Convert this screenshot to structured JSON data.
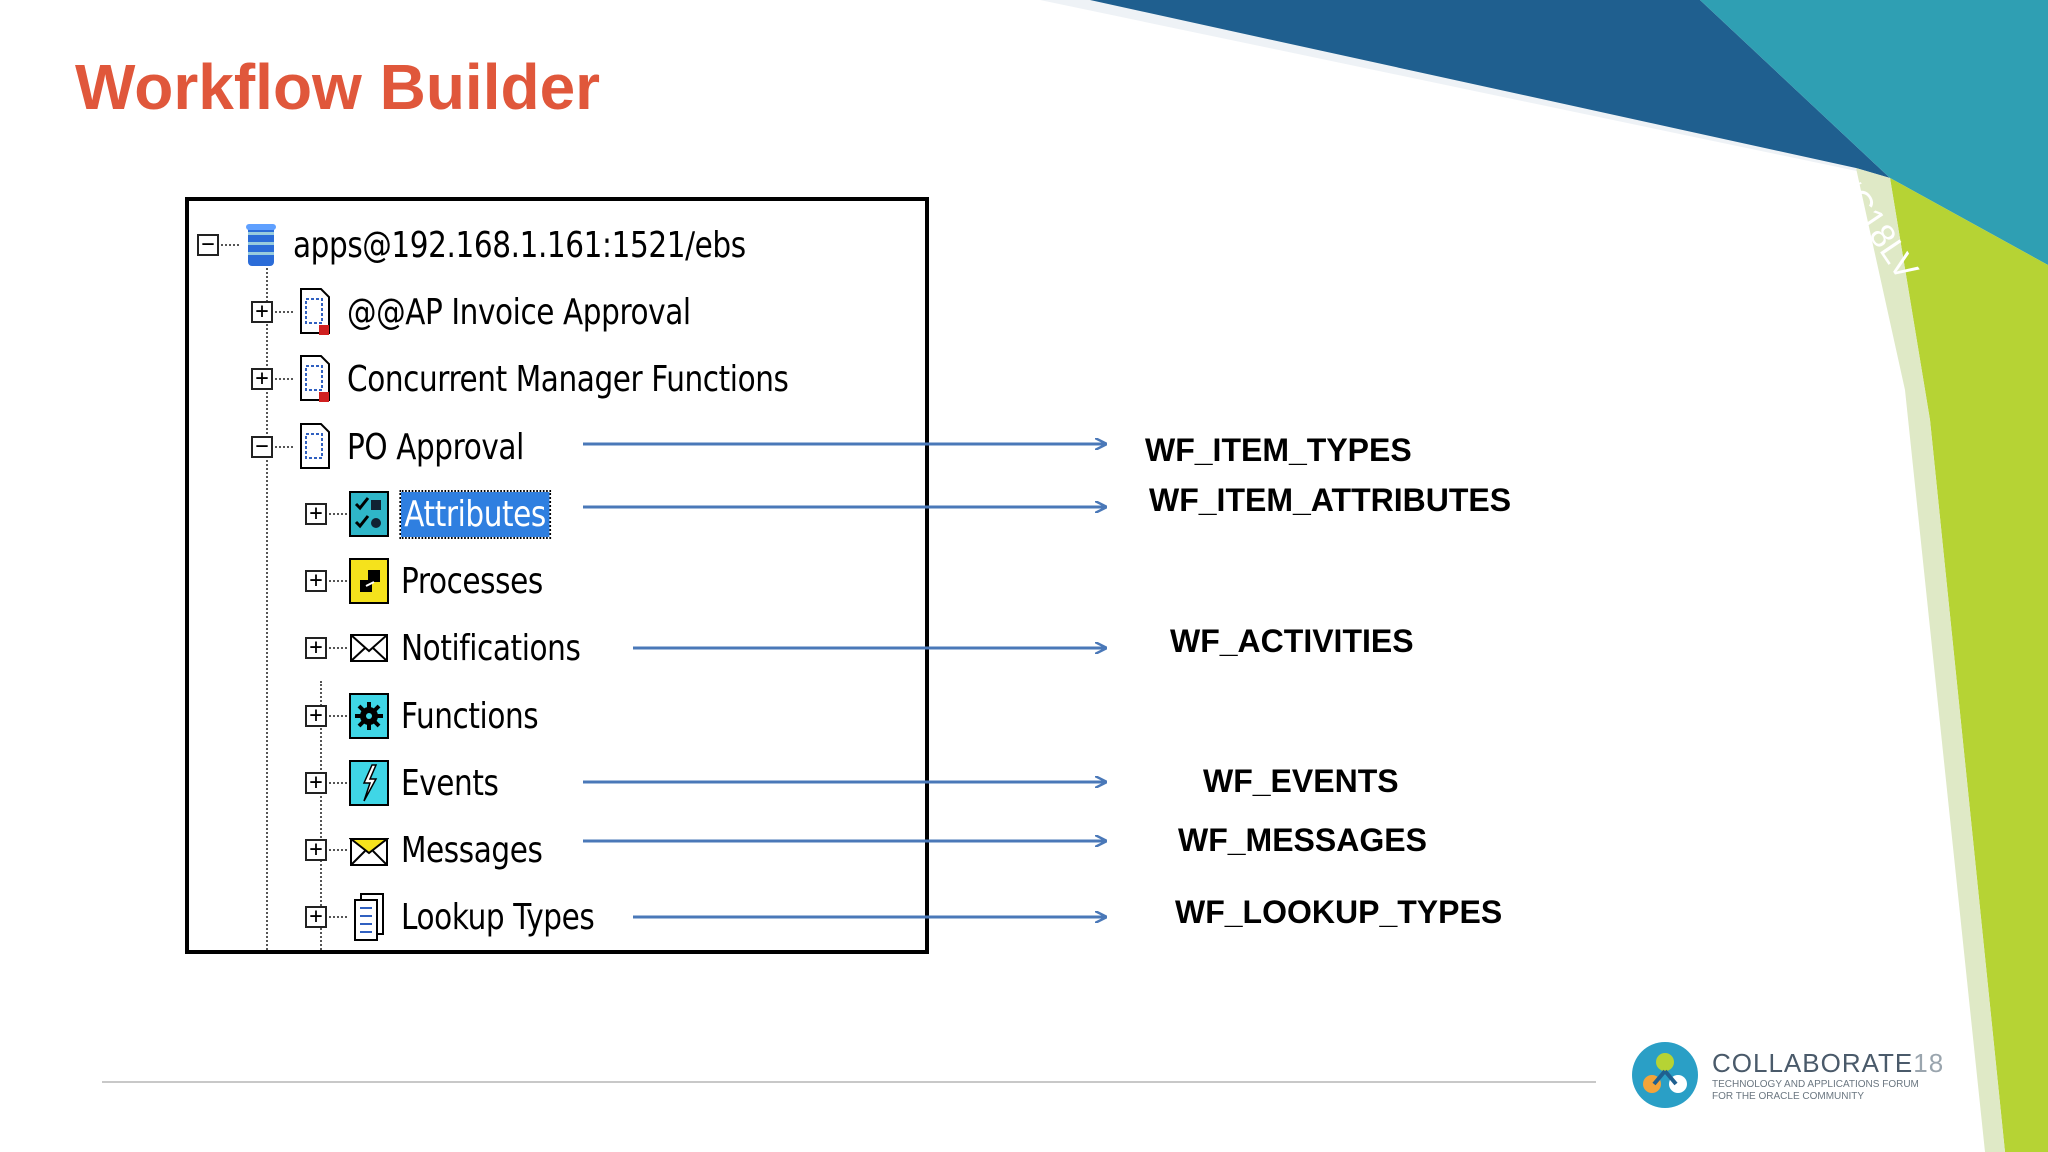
{
  "slide": {
    "title": "Workflow Builder",
    "hashtag": "#C18LV"
  },
  "tree": {
    "root": {
      "label": "apps@192.168.1.161:1521/ebs",
      "expander": "−",
      "icon": "database-icon"
    },
    "items": [
      {
        "label": "@@AP Invoice Approval",
        "expander": "+",
        "icon": "item-type-icon"
      },
      {
        "label": "Concurrent Manager Functions",
        "expander": "+",
        "icon": "item-type-icon"
      },
      {
        "label": "PO Approval",
        "expander": "−",
        "icon": "item-type-icon"
      }
    ],
    "children": [
      {
        "label": "Attributes",
        "expander": "+",
        "icon": "attributes-icon",
        "selected": true
      },
      {
        "label": "Processes",
        "expander": "+",
        "icon": "processes-icon"
      },
      {
        "label": "Notifications",
        "expander": "+",
        "icon": "envelope-icon"
      },
      {
        "label": "Functions",
        "expander": "+",
        "icon": "gear-icon"
      },
      {
        "label": "Events",
        "expander": "+",
        "icon": "lightning-icon"
      },
      {
        "label": "Messages",
        "expander": "+",
        "icon": "message-icon"
      },
      {
        "label": "Lookup Types",
        "expander": "+",
        "icon": "lookup-icon"
      }
    ]
  },
  "tables": {
    "item_types": "WF_ITEM_TYPES",
    "item_attributes": "WF_ITEM_ATTRIBUTES",
    "activities": "WF_ACTIVITIES",
    "events": "WF_EVENTS",
    "messages": "WF_MESSAGES",
    "lookup_types": "WF_LOOKUP_TYPES"
  },
  "brand": {
    "name": "COLLABORATE",
    "number": "18",
    "tagline_1": "TECHNOLOGY AND APPLICATIONS FORUM",
    "tagline_2": "FOR THE ORACLE COMMUNITY"
  },
  "colors": {
    "title": "#e0573b",
    "arrow": "#4a78b8",
    "selection": "#2f7fe0",
    "stripe_blue": "#1f5f8f",
    "stripe_teal": "#2f9fb3",
    "stripe_green": "#b6d334"
  }
}
